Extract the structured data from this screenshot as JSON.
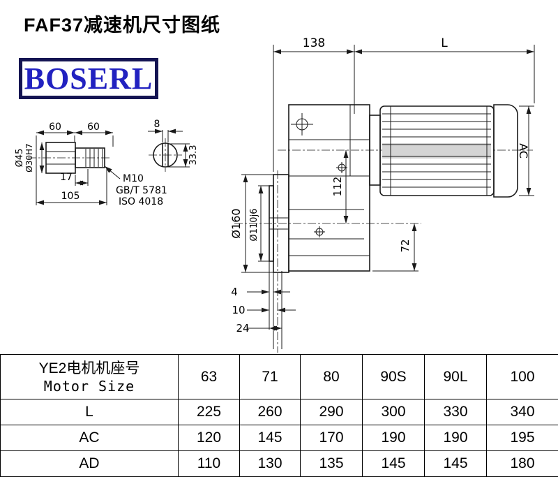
{
  "page": {
    "title": "FAF37减速机尺寸图纸",
    "logo_text": "BOSERL"
  },
  "dimensions": {
    "top_width": "138",
    "motor_length": "L",
    "motor_height": "AC",
    "axis_distance": "112",
    "bottom_offset": "72",
    "flange_od": "Ø160",
    "spigot_dia": "Ø110j6",
    "dim_4": "4",
    "dim_10": "10",
    "dim_24": "24"
  },
  "shaft_detail": {
    "dim_60_left": "60",
    "dim_60_right": "60",
    "dia_45": "Ø45",
    "dia_30": "Ø30H7",
    "dim_17": "17",
    "dim_105": "105",
    "thread_callout_1": "M10",
    "thread_callout_2": "GB/T 5781",
    "thread_callout_3": "ISO 4018",
    "keyway_width": "8",
    "keyway_height": "33.3"
  },
  "table": {
    "header_line1": "YE2电机机座号",
    "header_line2": "Motor Size",
    "columns": [
      "63",
      "71",
      "80",
      "90S",
      "90L",
      "100"
    ],
    "rows": [
      {
        "label": "L",
        "values": [
          "225",
          "260",
          "290",
          "300",
          "330",
          "340"
        ]
      },
      {
        "label": "AC",
        "values": [
          "120",
          "145",
          "170",
          "190",
          "190",
          "195"
        ]
      },
      {
        "label": "AD",
        "values": [
          "110",
          "130",
          "135",
          "145",
          "145",
          "180"
        ]
      }
    ]
  }
}
